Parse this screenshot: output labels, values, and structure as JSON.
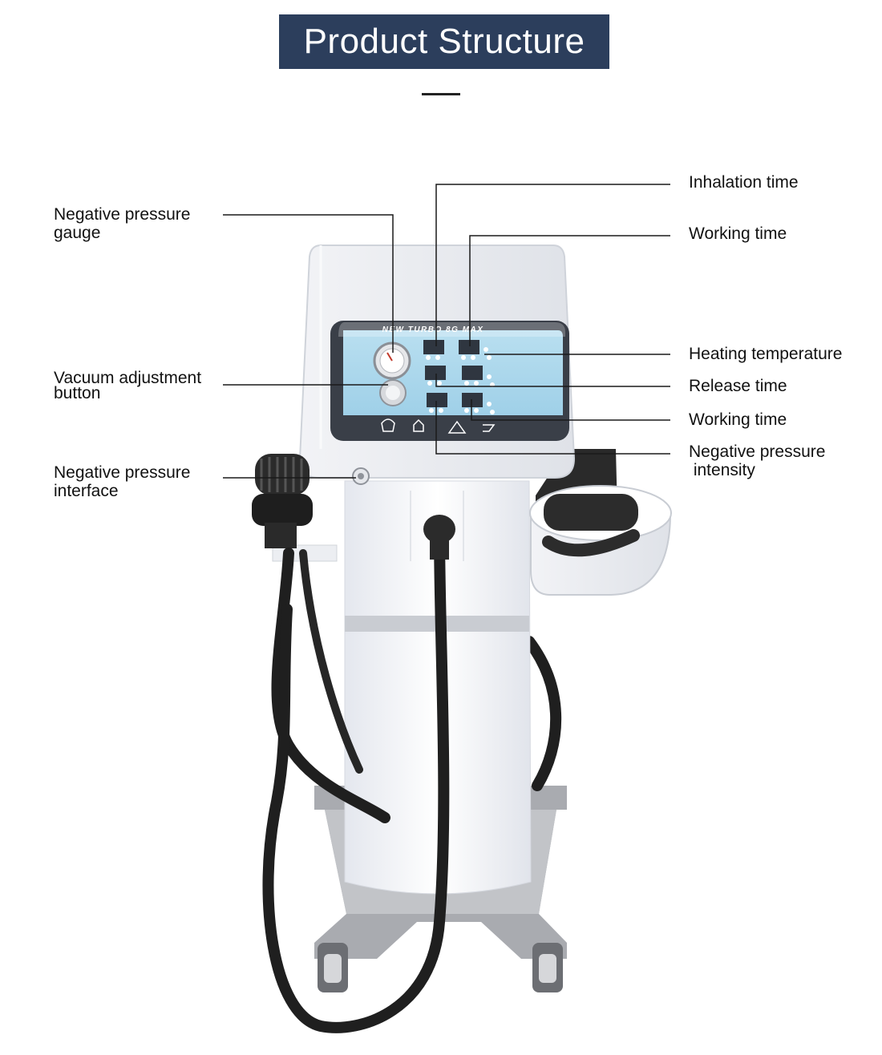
{
  "header": {
    "title": "Product Structure",
    "title_bg_color": "#2c3e5c"
  },
  "device": {
    "panel_text": "NEW TURBO 8G MAX"
  },
  "labels_left": [
    {
      "line1": "Negative pressure",
      "line2": "gauge"
    },
    {
      "line1": "Vacuum adjustment",
      "line2": "button"
    },
    {
      "line1": "Negative pressure",
      "line2": "interface"
    }
  ],
  "labels_right": [
    {
      "line1": "Inhalation time",
      "line2": ""
    },
    {
      "line1": "Working time",
      "line2": ""
    },
    {
      "line1": "Heating temperature",
      "line2": ""
    },
    {
      "line1": "Release time",
      "line2": ""
    },
    {
      "line1": "Working time",
      "line2": ""
    },
    {
      "line1": "Negative pressure",
      "line2": " intensity"
    }
  ]
}
